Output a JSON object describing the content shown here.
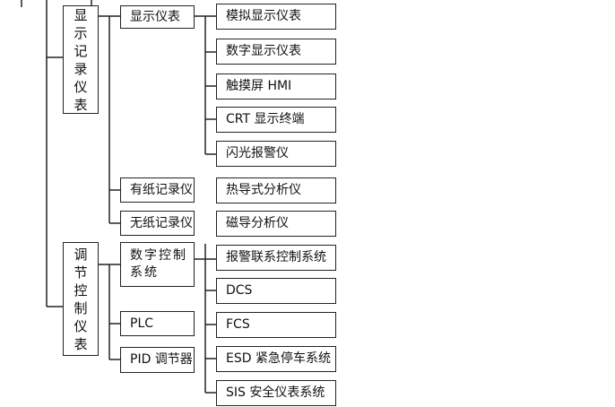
{
  "categories": {
    "display_record": "显示记录仪表",
    "regulating_control": "调节控制仪表"
  },
  "level2": {
    "display": "显示仪表",
    "paper_recorder": "有纸记录仪",
    "paperless_recorder": "无纸记录仪",
    "digital_control": "数字控制系统",
    "plc": "PLC",
    "pid": "PID 调节器"
  },
  "level3": {
    "analog_display": "模拟显示仪表",
    "digital_display": "数字显示仪表",
    "touch_screen": "触摸屏 HMI",
    "crt": "CRT 显示终端",
    "flash_alarm": "闪光报警仪",
    "thermal_analyzer": "热导式分析仪",
    "magnetic_analyzer": "磁导分析仪",
    "alarm_interlock": "报警联系控制系统",
    "dcs": "DCS",
    "fcs": "FCS",
    "esd": "ESD 紧急停车系统",
    "sis": "SIS 安全仪表系统"
  }
}
